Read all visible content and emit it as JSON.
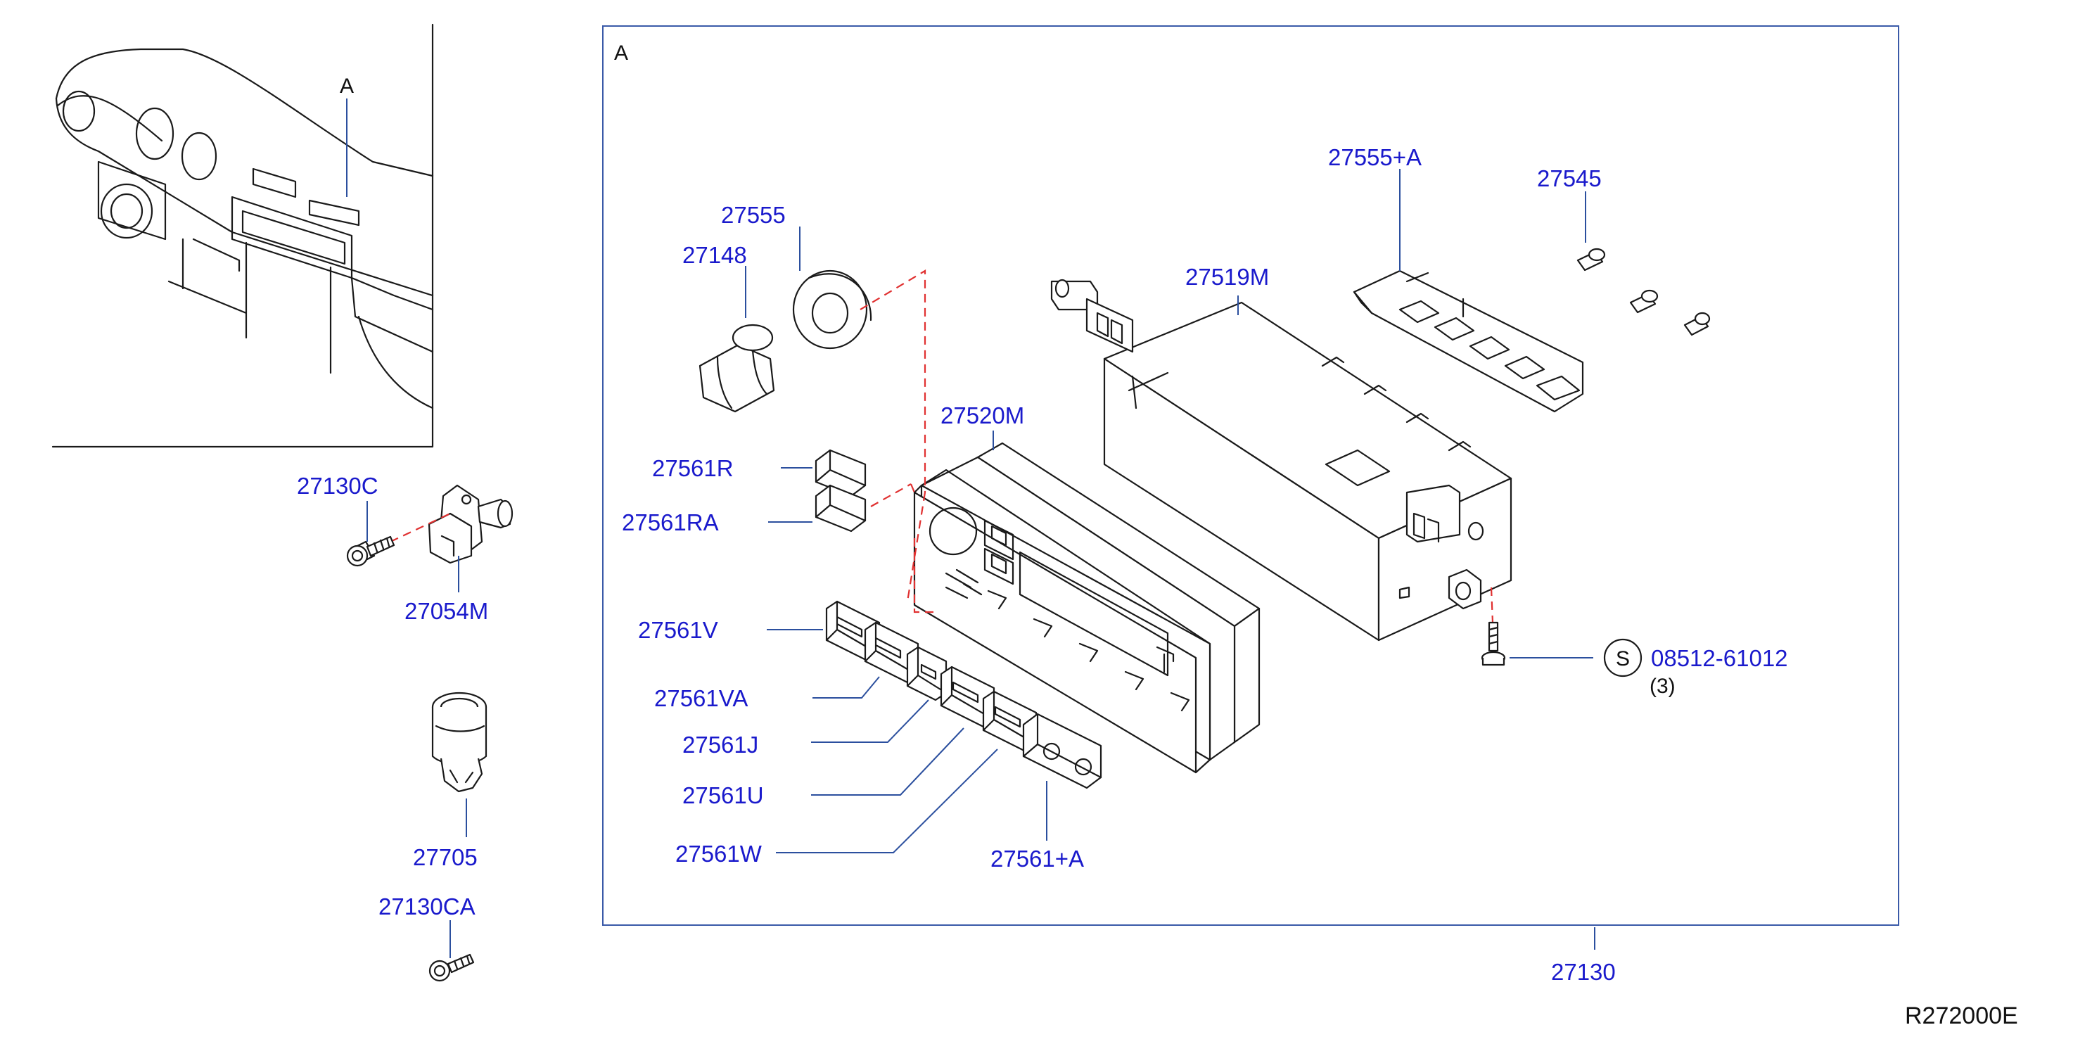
{
  "detail_view": {
    "letter": "A"
  },
  "frame": {
    "letter": "A"
  },
  "callouts": {
    "p27555A": "27555+A",
    "p27545": "27545",
    "p27555": "27555",
    "p27148": "27148",
    "p27519M": "27519M",
    "p27520M": "27520M",
    "p27561R": "27561R",
    "p27561RA": "27561RA",
    "p27561V": "27561V",
    "p27561VA": "27561VA",
    "p27561J": "27561J",
    "p27561U": "27561U",
    "p27561W": "27561W",
    "p27561A": "27561+A",
    "p27130": "27130",
    "p27130C": "27130C",
    "p27054M": "27054M",
    "p27705": "27705",
    "p27130CA": "27130CA",
    "screw_number": "08512-61012",
    "screw_qty": "(3)",
    "screw_symbol": "S"
  },
  "drawing_id": "R272000E",
  "colors": {
    "callout": "#1a1acc",
    "leader": "#2b4f9e",
    "phantom": "#e03030",
    "frame": "#3a5aa8",
    "line": "#1a1a1a"
  }
}
